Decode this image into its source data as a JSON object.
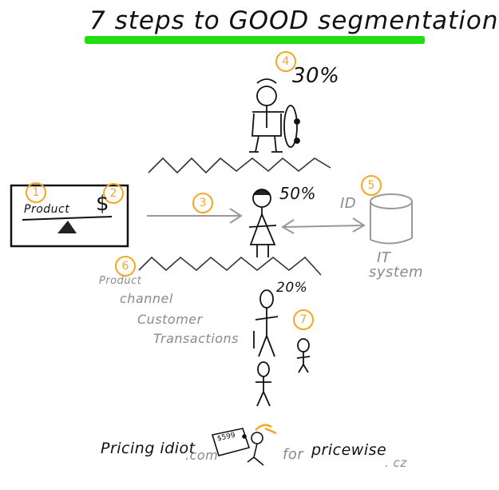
{
  "title": "7 steps to GOOD segmentation",
  "colors": {
    "title_underline": "#22dd11",
    "badge": "#f5a623",
    "ink": "#111111",
    "grey": "#8a8a8a"
  },
  "steps": {
    "s1": "1",
    "s2": "2",
    "s3": "3",
    "s4": "4",
    "s5": "5",
    "s6": "6",
    "s7": "7"
  },
  "scale_box": {
    "product": "Product",
    "dollar": "$"
  },
  "percentages": {
    "top": "30%",
    "middle": "50%",
    "bottom": "20%"
  },
  "id_label": "ID",
  "it_system": {
    "line1": "IT",
    "line2": "system"
  },
  "criteria": {
    "product": "Product",
    "channel": "channel",
    "customer": "Customer",
    "transactions": "Transactions"
  },
  "footer": {
    "brand": "Pricing idiot",
    "brand_suffix": ".com",
    "for": "for",
    "partner": "pricewise",
    "partner_suffix": ". cz",
    "price_tag": "$599"
  },
  "icons": [
    "balance-scale-icon",
    "person-icon",
    "database-cylinder-icon",
    "price-tag-icon"
  ]
}
